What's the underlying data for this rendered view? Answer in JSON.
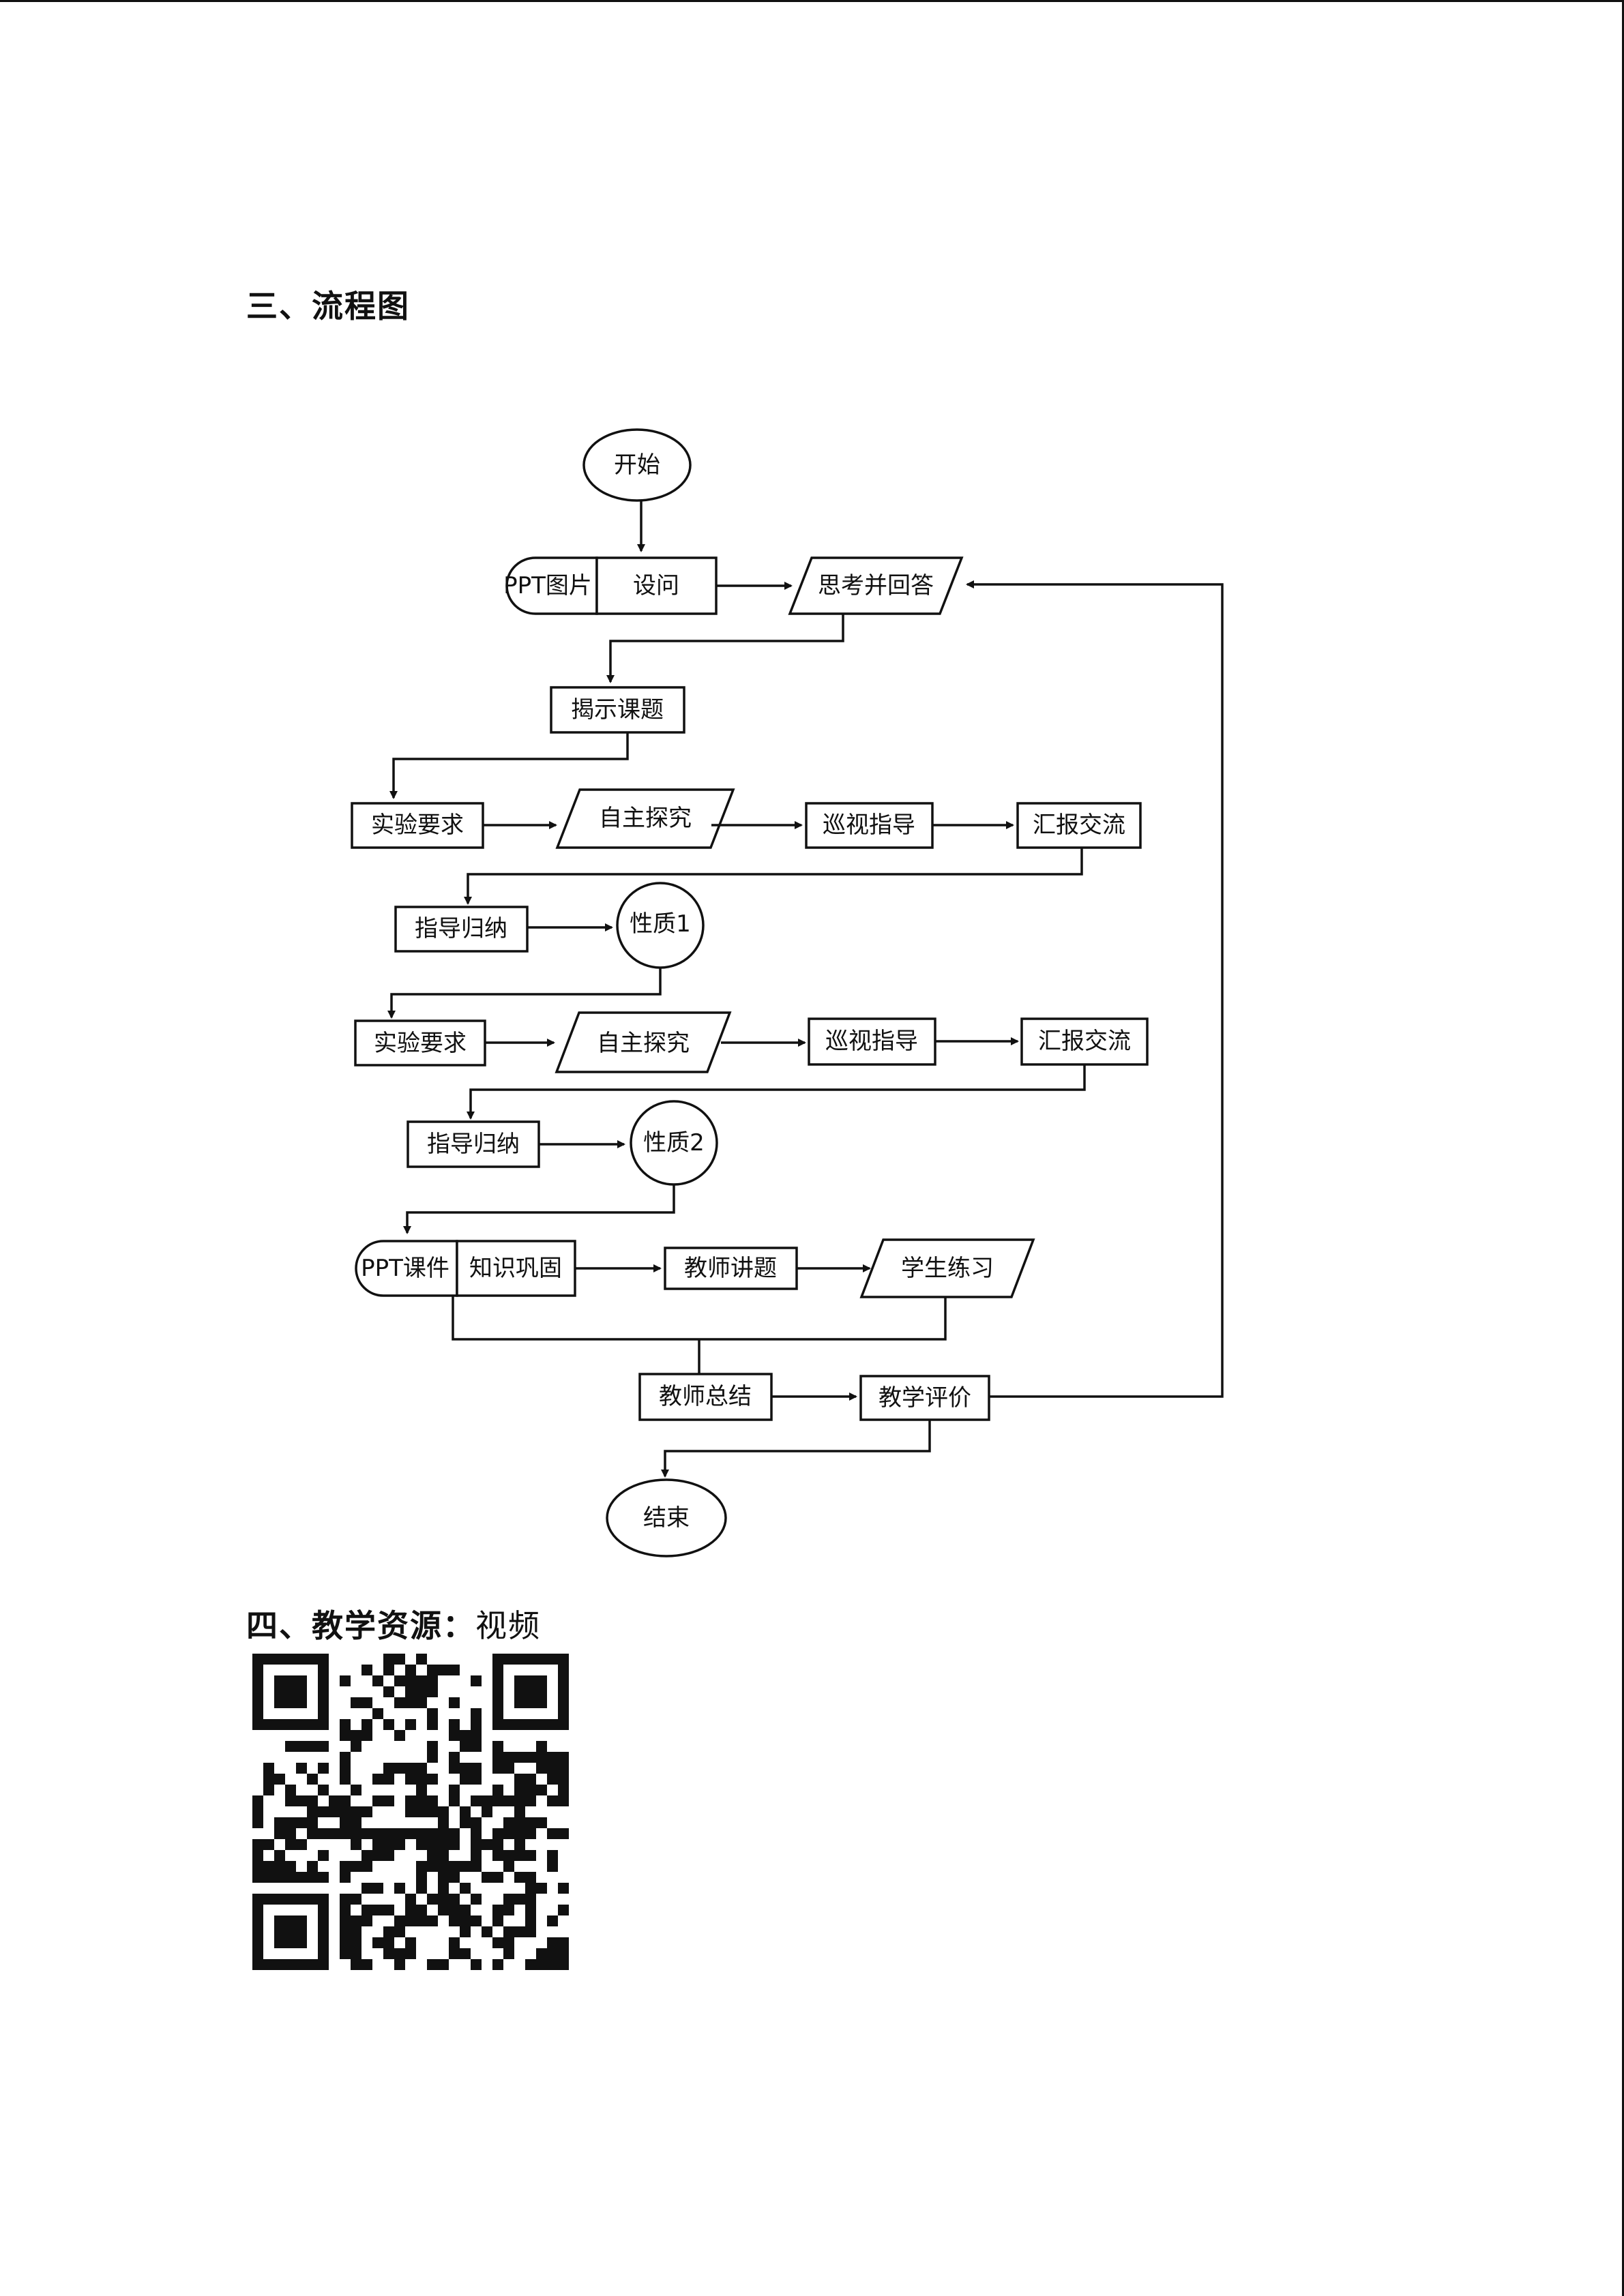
{
  "sections": {
    "flowchart_heading": "三、流程图",
    "resources_heading": "四、教学资源：",
    "resources_value": "视频"
  },
  "flowchart": {
    "start": "开始",
    "ppt_image": "PPT图片",
    "question": "设问",
    "think_answer": "思考并回答",
    "reveal_topic": "揭示课题",
    "row1": {
      "experiment_req": "实验要求",
      "self_explore": "自主探究",
      "patrol_guide": "巡视指导",
      "report_exchange": "汇报交流",
      "guide_summarize": "指导归纳",
      "property": "性质1"
    },
    "row2": {
      "experiment_req": "实验要求",
      "self_explore": "自主探究",
      "patrol_guide": "巡视指导",
      "report_exchange": "汇报交流",
      "guide_summarize": "指导归纳",
      "property": "性质2"
    },
    "ppt_courseware": "PPT课件",
    "consolidate": "知识巩固",
    "teacher_explain": "教师讲题",
    "student_practice": "学生练习",
    "teacher_summary": "教师总结",
    "teaching_eval": "教学评价",
    "end": "结束"
  },
  "colors": {
    "ink": "#111111",
    "paper": "#ffffff"
  }
}
